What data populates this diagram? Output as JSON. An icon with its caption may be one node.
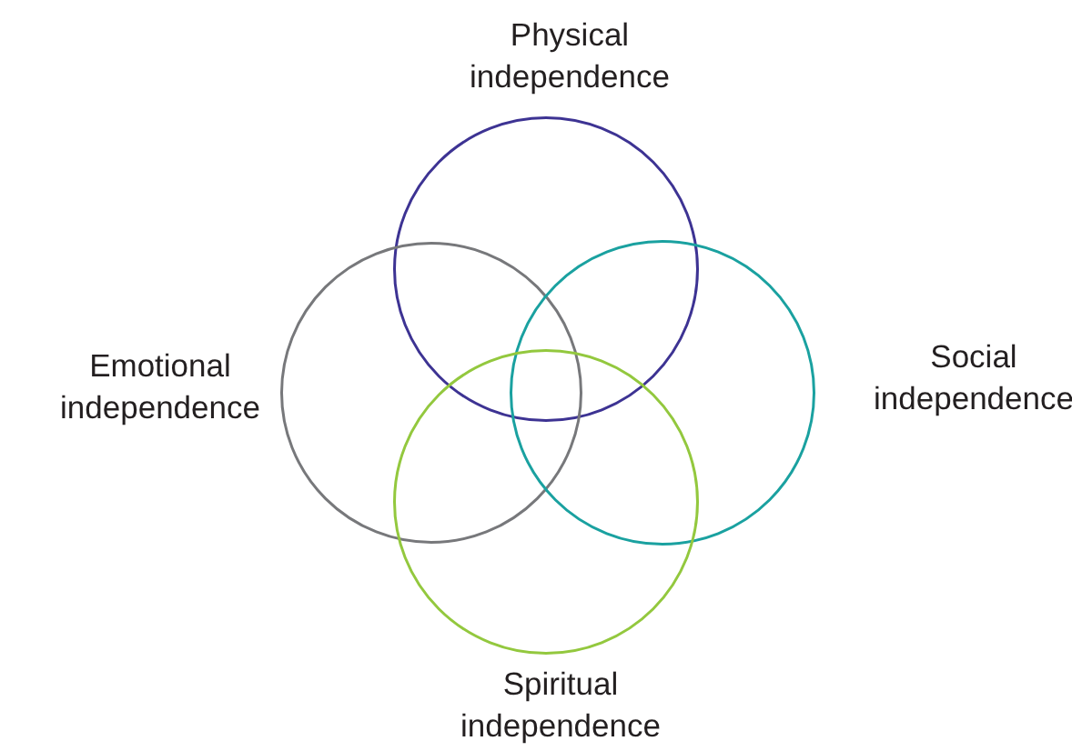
{
  "diagram": {
    "nodes": [
      {
        "text": [
          "Physical independence"
        ]
      },
      {
        "text": [
          "Emotional independence"
        ]
      },
      {
        "text": [
          "Social independence"
        ]
      },
      {
        "text": [
          "Spiritual independence"
        ]
      }
    ],
    "edges": []
  }
}
